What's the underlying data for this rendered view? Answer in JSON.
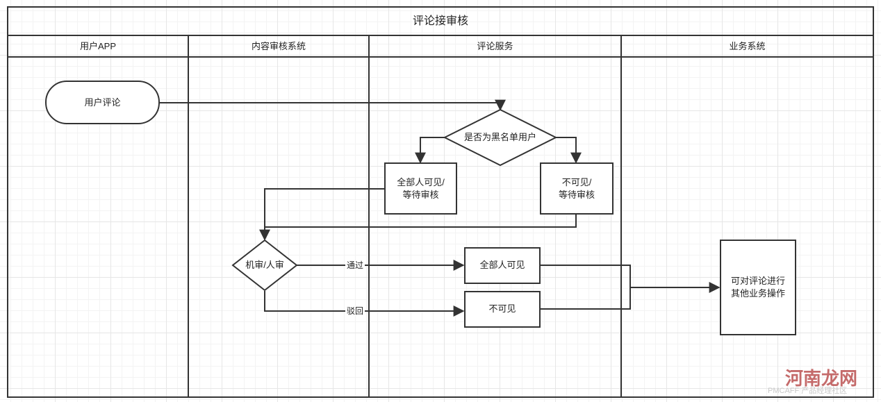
{
  "title": "评论接审核",
  "lanes": [
    "用户APP",
    "内容审核系统",
    "评论服务",
    "业务系统"
  ],
  "nodes": {
    "user_comment": "用户评论",
    "blacklist_check": "是否为黑名单用户",
    "visible_all_pending": "全部人可见/\n等待审核",
    "invisible_pending": "不可见/\n等待审核",
    "review_decision": "机审/人审",
    "visible_all": "全部人可见",
    "invisible": "不可见",
    "business_ops": "可对评论进行\n其他业务操作"
  },
  "edge_labels": {
    "pass": "通过",
    "reject": "驳回"
  },
  "watermark": {
    "main": "河南龙网",
    "sub": "PMCAFF 产品经理社区"
  }
}
